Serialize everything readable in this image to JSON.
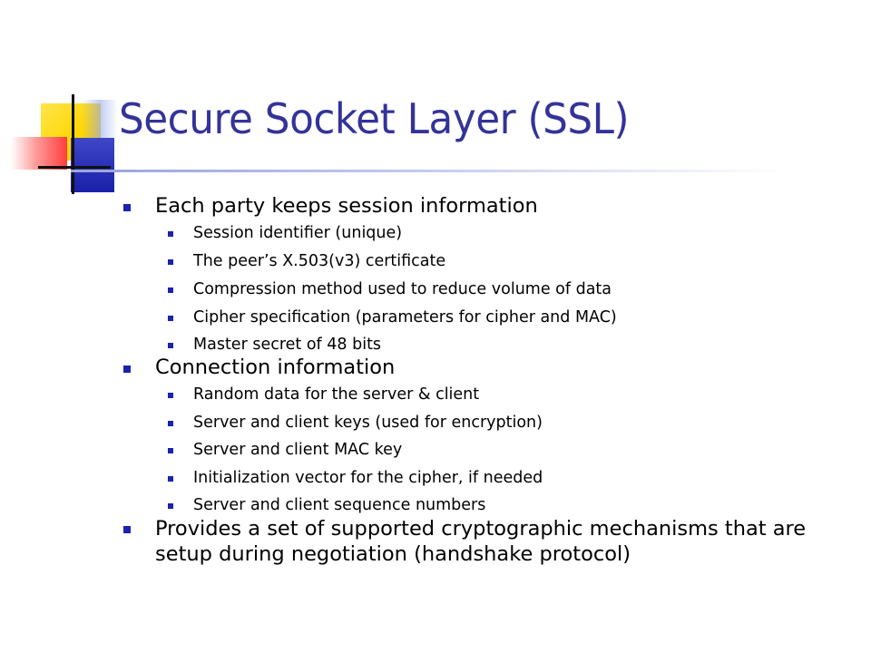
{
  "slide": {
    "title": "Secure Socket Layer (SSL)",
    "bullets": [
      {
        "text": "Each party keeps session information",
        "children": [
          "Session identifier (unique)",
          "The peer’s X.503(v3) certificate",
          "Compression method used to reduce volume of data",
          "Cipher specification (parameters for cipher and MAC)",
          "Master secret of 48 bits"
        ]
      },
      {
        "text": "Connection information",
        "children": [
          "Random data for the server & client",
          "Server and client keys (used for encryption)",
          "Server and client MAC key",
          "Initialization vector for the cipher, if needed",
          "Server and client sequence numbers"
        ]
      },
      {
        "text": "Provides a set of supported cryptographic mechanisms that are setup during negotiation (handshake protocol)",
        "children": []
      }
    ]
  },
  "colors": {
    "title": "#333399",
    "bullet": "#1a22b0",
    "text": "#000000"
  }
}
